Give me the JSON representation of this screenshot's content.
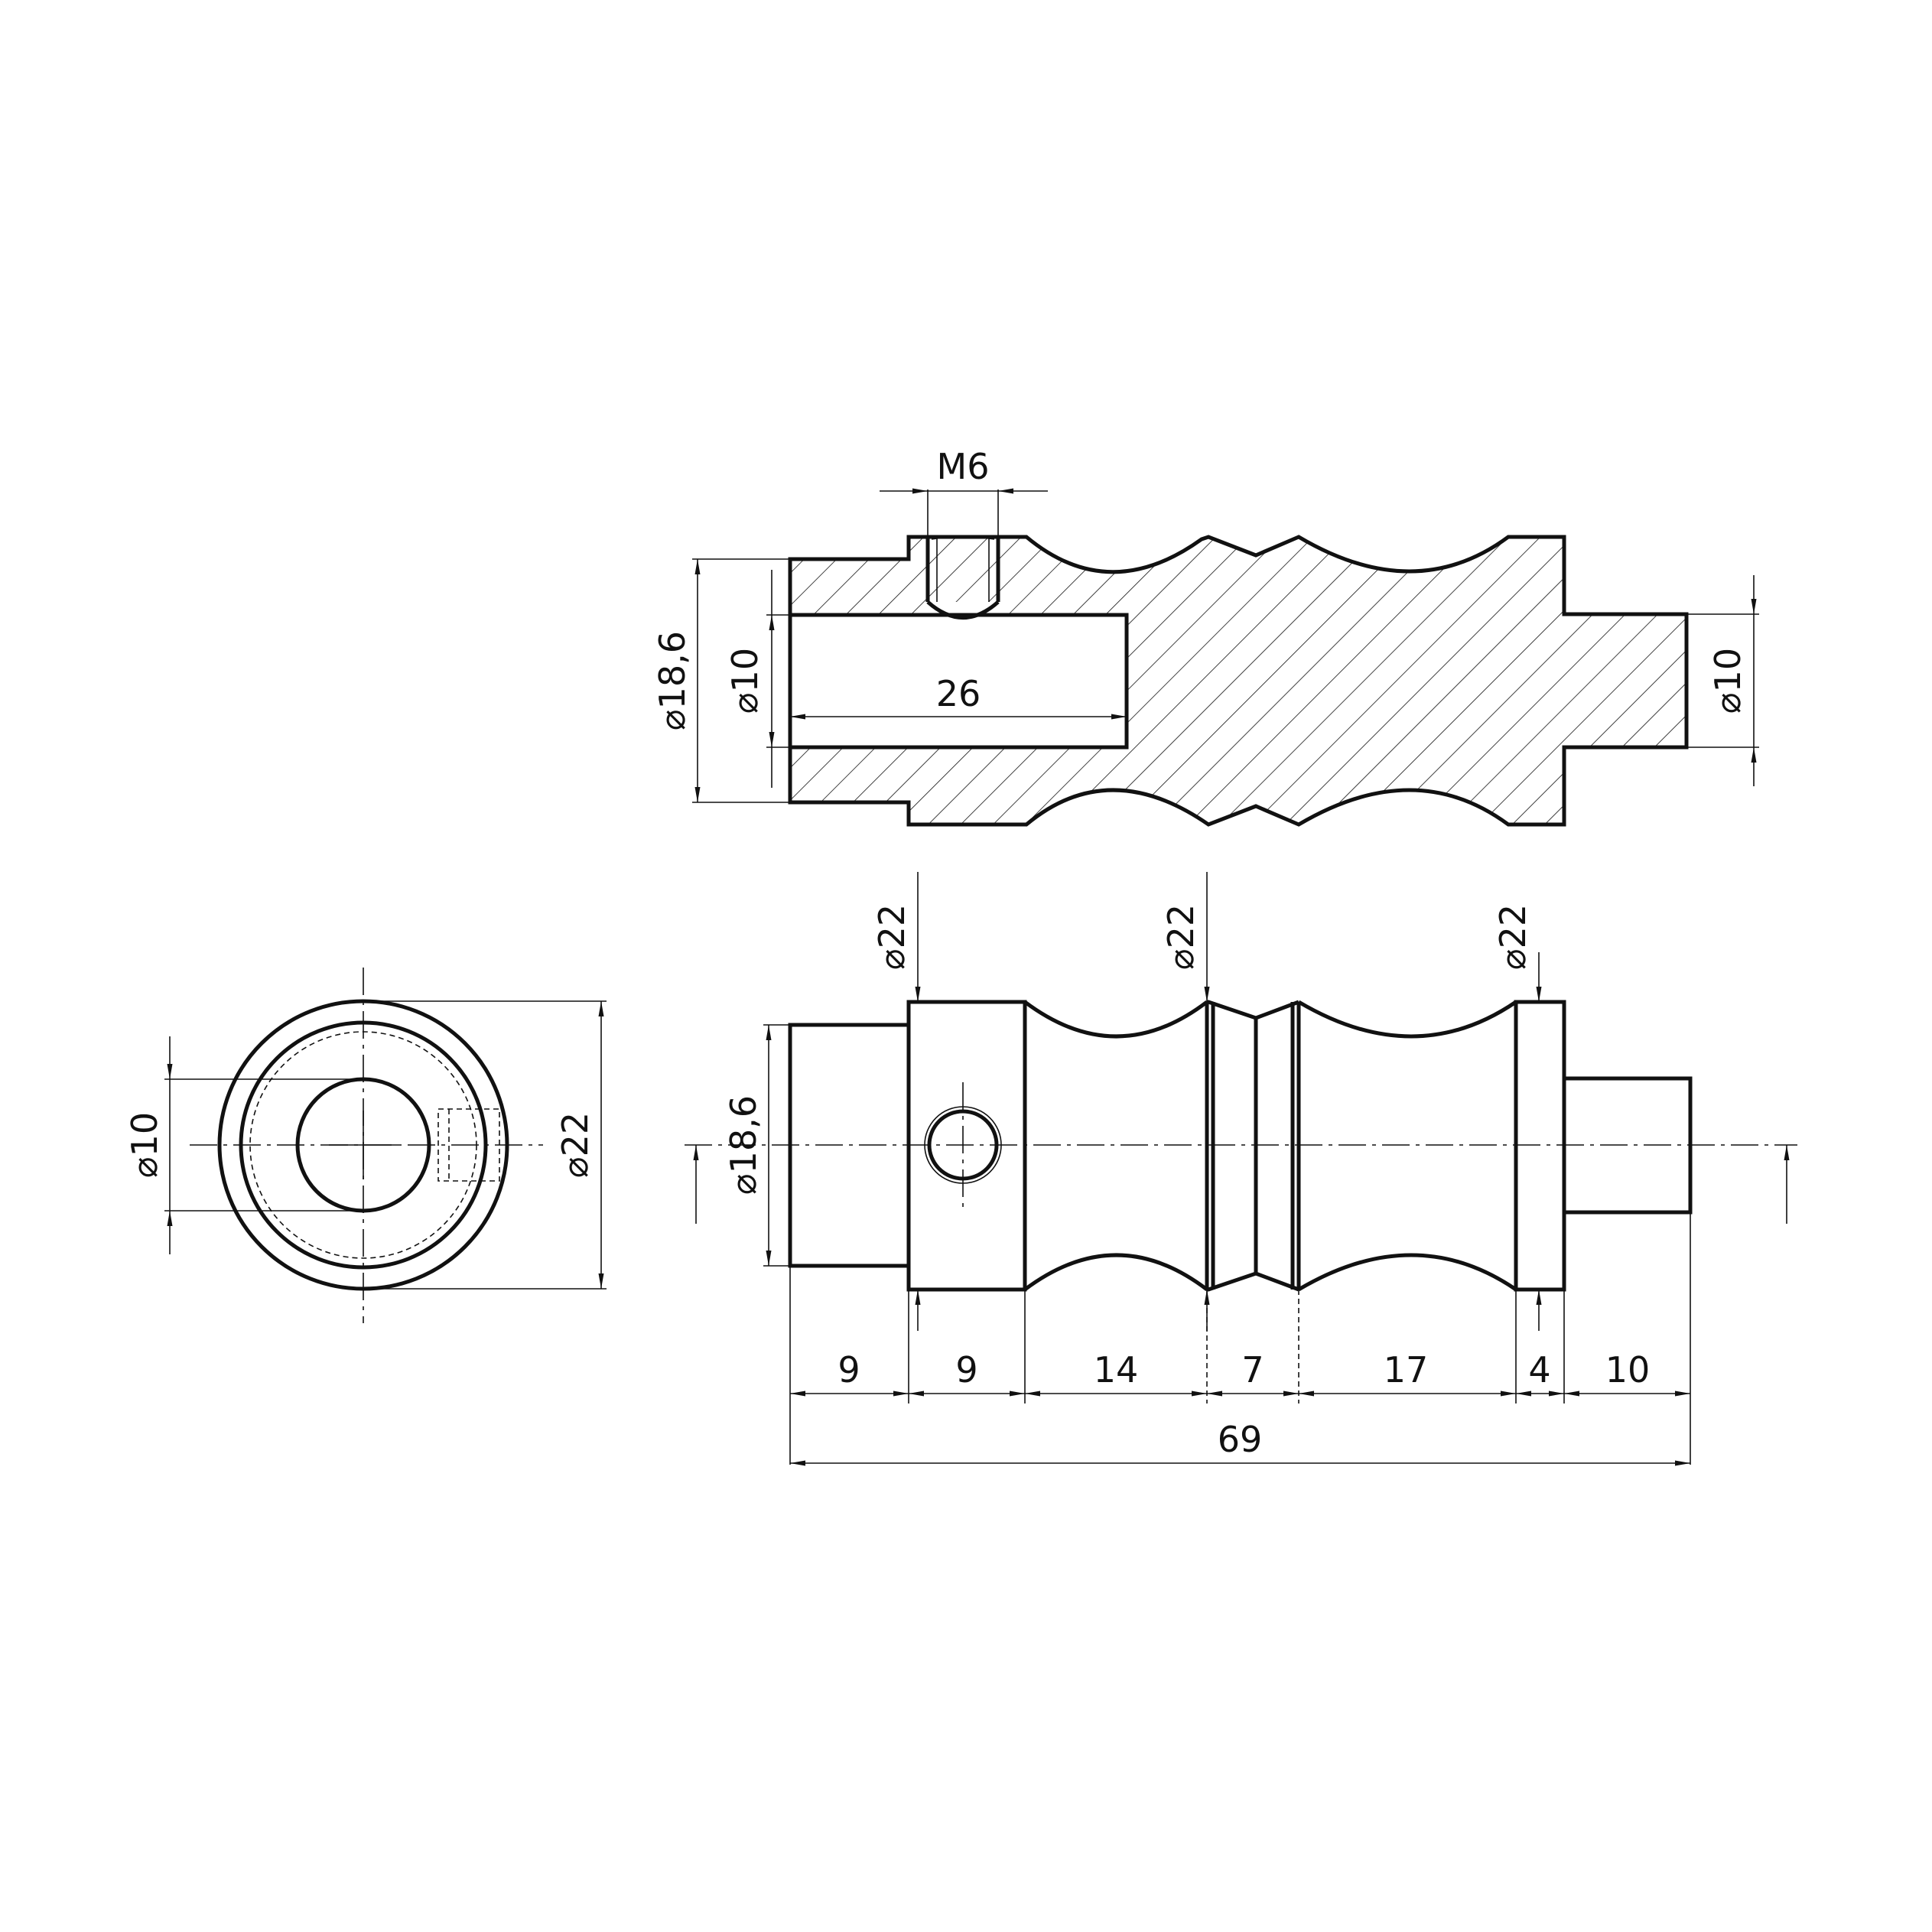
{
  "section_view": {
    "thread_label": "M6",
    "outer_dia_label": "18,6",
    "bore_dia_label": "10",
    "bore_depth_label": "26",
    "shaft_dia_label": "10"
  },
  "front_view": {
    "dia_label_1": "22",
    "dia_label_2": "22",
    "dia_label_3": "22",
    "left_dia_label": "18,6",
    "lengths": [
      "9",
      "9",
      "14",
      "7",
      "17",
      "4",
      "10"
    ],
    "total_length": "69"
  },
  "end_view": {
    "bore_dia_label": "10",
    "outer_dia_label": "22"
  },
  "symbols": {
    "diameter": "⌀"
  }
}
